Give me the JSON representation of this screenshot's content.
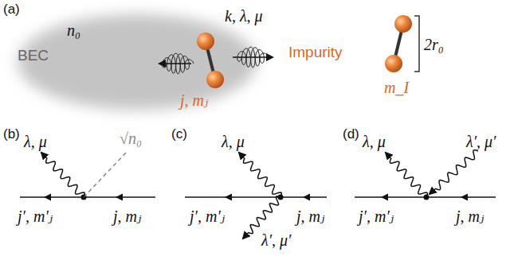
{
  "diagram": {
    "labels": [
      "(a)",
      "n₀",
      "k, λ, μ",
      "BEC",
      "Impurity",
      "2r₀",
      "j, mⱼ",
      "m_I",
      "(b)",
      "λ, μ",
      "√n₀",
      "j′, m′ⱼ",
      "j, mⱼ",
      "(c)",
      "λ, μ",
      "j′, m′ⱼ",
      "j, mⱼ",
      "λ′, μ′",
      "(d)",
      "λ, μ",
      "λ′, μ′",
      "j′, m′ⱼ",
      "j, mⱼ"
    ]
  }
}
